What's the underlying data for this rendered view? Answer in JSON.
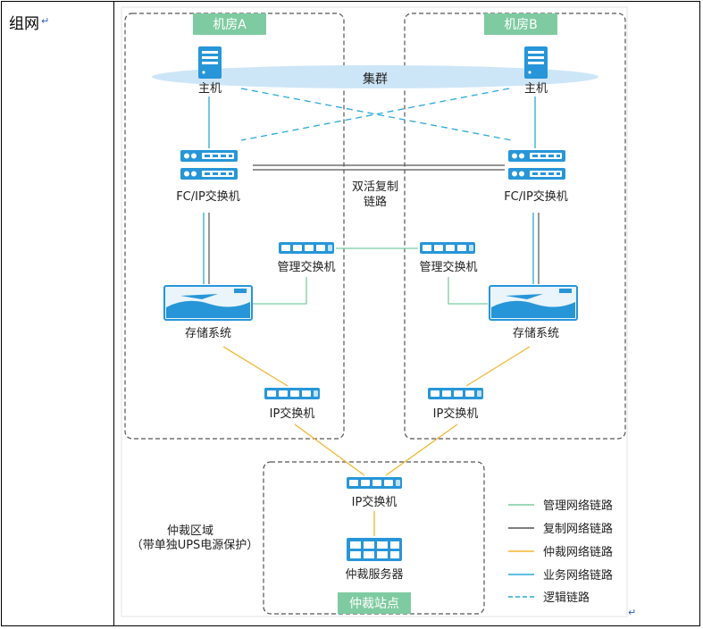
{
  "table": {
    "row_label": "组网",
    "para_mark": "↵"
  },
  "diagram": {
    "room_a": "机房A",
    "room_b": "机房B",
    "cluster": "集群",
    "host_a": "主机",
    "host_b": "主机",
    "fc_switch_a": "FC/IP交换机",
    "fc_switch_b": "FC/IP交换机",
    "replication_link_line1": "双活复制",
    "replication_link_line2": "链路",
    "mgmt_switch_a": "管理交换机",
    "mgmt_switch_b": "管理交换机",
    "storage_a": "存储系统",
    "storage_b": "存储系统",
    "ip_switch_a": "IP交换机",
    "ip_switch_b": "IP交换机",
    "ip_switch_quorum": "IP交换机",
    "quorum_server": "仲裁服务器",
    "quorum_site": "仲裁站点",
    "quorum_zone_line1": "仲裁区域",
    "quorum_zone_line2": "（带单独UPS电源保护）"
  },
  "legend": [
    {
      "label": "管理网络链路",
      "color": "#7ecba1",
      "style": "solid"
    },
    {
      "label": "复制网络链路",
      "color": "#555555",
      "style": "solid"
    },
    {
      "label": "仲裁网络链路",
      "color": "#f2b733",
      "style": "solid"
    },
    {
      "label": "业务网络链路",
      "color": "#29a9d8",
      "style": "solid"
    },
    {
      "label": "逻辑链路",
      "color": "#29a9d8",
      "style": "dashed"
    }
  ],
  "colors": {
    "room_tag": "#7ecba1",
    "device_blue": "#2796d8",
    "cluster_ellipse": "#cde6f7"
  }
}
